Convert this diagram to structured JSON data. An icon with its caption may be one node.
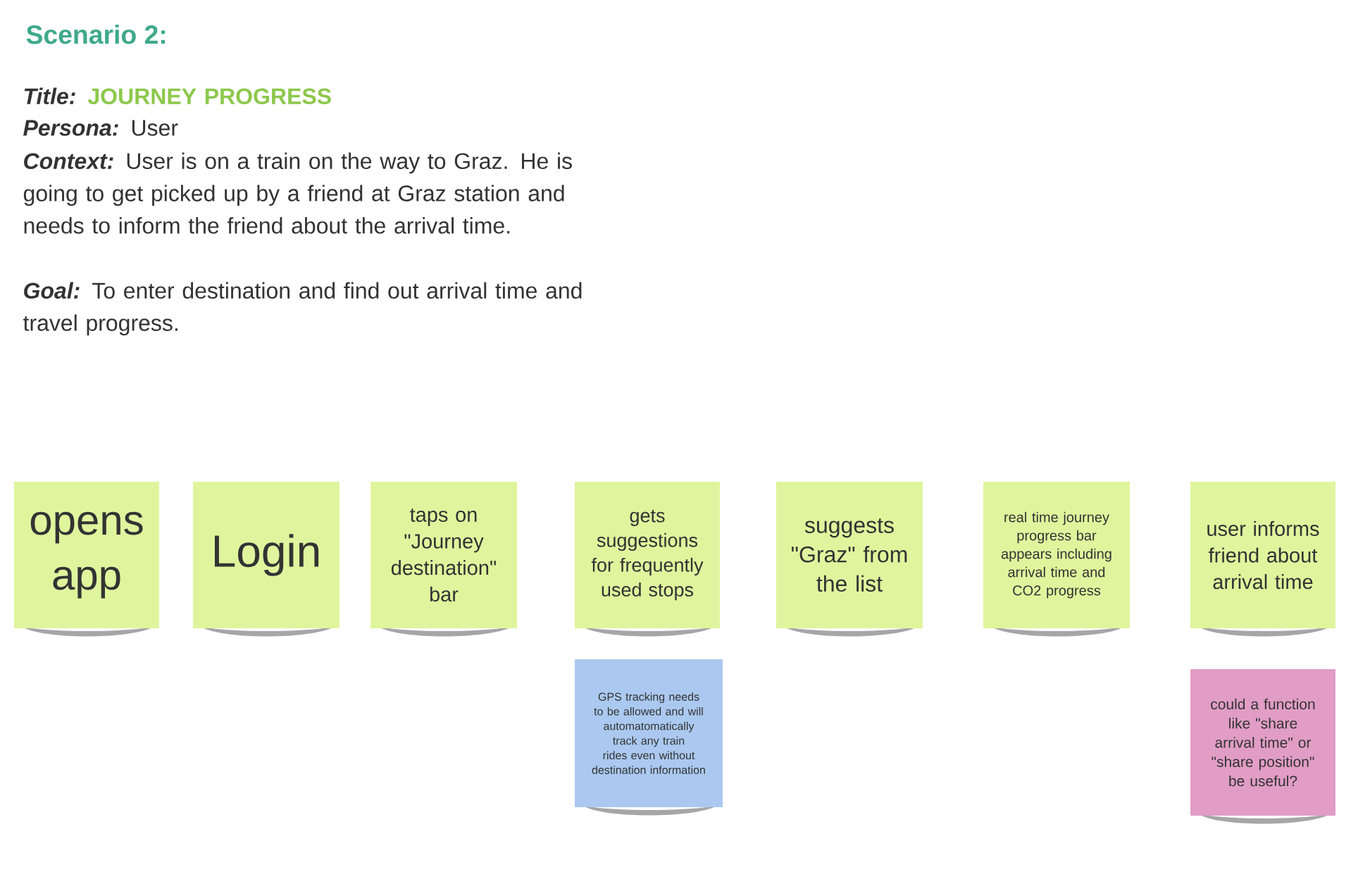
{
  "diagram": {
    "title": "Scenario 2:",
    "nodes": [
      {
        "text": [
          "opens app"
        ]
      },
      {
        "text": [
          "Login"
        ]
      },
      {
        "text": [
          "taps on \"Journey destination\" bar"
        ]
      },
      {
        "text": [
          "gets suggestions for frequently used stops"
        ]
      },
      {
        "text": [
          "suggests \"Graz\" from the list"
        ]
      },
      {
        "text": [
          "real time journey progress bar appears including arrival time and CO2 progress"
        ]
      },
      {
        "text": [
          "user informs friend about arrival time"
        ]
      },
      {
        "text": [
          "GPS tracking needs to be allowed and will automatomatically track any train rides even without destination information"
        ]
      },
      {
        "text": [
          "could a function like \"share arrival time\" or \"share position\" be useful?"
        ]
      }
    ],
    "labels": [
      "Title:",
      "JOURNEY PROGRESS",
      "Persona:",
      "User",
      "Context:",
      "User is on a train on the way to Graz. He is going to get picked up by a friend at Graz station and needs to inform the friend about the arrival time.",
      "Goal:",
      "To enter destination and find out arrival time and travel progress."
    ]
  }
}
